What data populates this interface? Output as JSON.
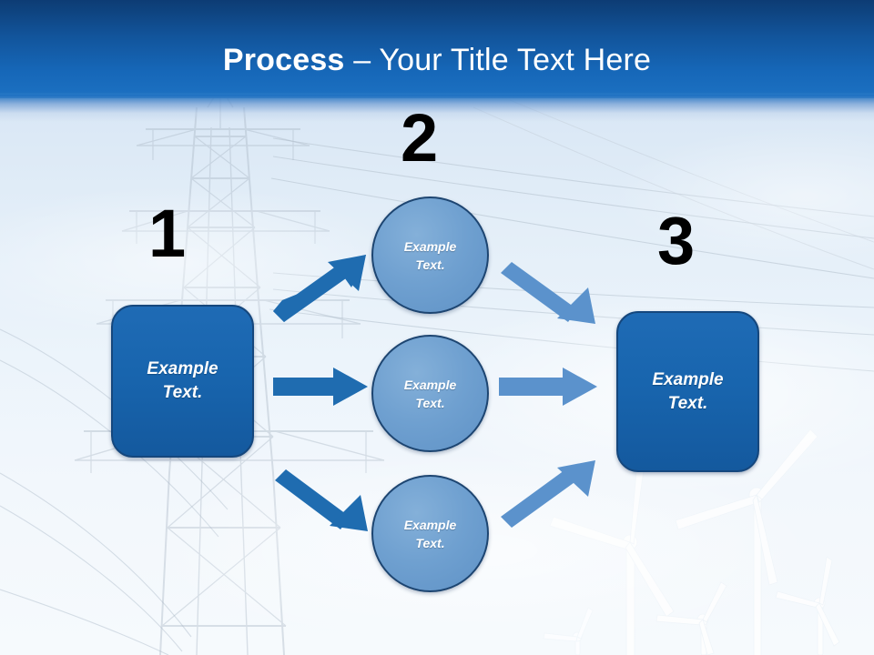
{
  "slide": {
    "title_bold": "Process",
    "title_rest": " – Your Title Text Here",
    "title_full": "Process – Your Title Text Here"
  },
  "theme": {
    "header_top": "#0d3c74",
    "header_bottom": "#1b6fc0",
    "box_fill": "#1865ae",
    "box_border": "#15477d",
    "circle_fill": "#6fa0d0",
    "circle_border": "#1d4571",
    "arrow_dark": "#1f6cb0",
    "arrow_light": "#5b92cc",
    "number_color": "#000000",
    "text_color": "#ffffff",
    "background_top": "#cfe0f2",
    "background_bottom": "#f6fafd"
  },
  "steps": [
    {
      "number": "1",
      "label": "Example\nText."
    },
    {
      "number": "2",
      "label": ""
    },
    {
      "number": "3",
      "label": "Example\nText."
    }
  ],
  "numbers": {
    "one": "1",
    "two": "2",
    "three": "3"
  },
  "nodes": {
    "input_box": {
      "line1": "Example",
      "line2": "Text."
    },
    "circle_top": {
      "line1": "Example",
      "line2": "Text."
    },
    "circle_middle": {
      "line1": "Example",
      "line2": "Text."
    },
    "circle_bottom": {
      "line1": "Example",
      "line2": "Text."
    },
    "output_box": {
      "line1": "Example",
      "line2": "Text."
    }
  },
  "arrows": [
    {
      "name": "input-to-top",
      "direction": "up-right",
      "color": "#1f6cb0"
    },
    {
      "name": "input-to-middle",
      "direction": "right",
      "color": "#1f6cb0"
    },
    {
      "name": "input-to-bottom",
      "direction": "down-right",
      "color": "#1f6cb0"
    },
    {
      "name": "top-to-output",
      "direction": "down-right",
      "color": "#5b92cc"
    },
    {
      "name": "middle-to-output",
      "direction": "right",
      "color": "#5b92cc"
    },
    {
      "name": "bottom-to-output",
      "direction": "up-right",
      "color": "#5b92cc"
    }
  ],
  "background": {
    "description": "faded photo of electricity pylon and wind turbines against a blue sky"
  }
}
